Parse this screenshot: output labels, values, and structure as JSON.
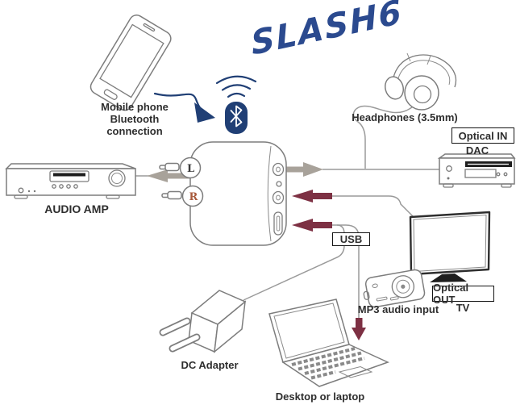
{
  "logo": {
    "text": "SLASH6"
  },
  "labels": {
    "mobile_phone": "Mobile phone\nBluetooth\nconnection",
    "headphones": "Headphones (3.5mm)",
    "optical_in": "Optical IN",
    "dac": "DAC",
    "audio_amp": "AUDIO AMP",
    "usb": "USB",
    "optical_out": "Optical OUT",
    "tv": "TV",
    "mp3": "MP3 audio input",
    "dc_adapter": "DC Adapter",
    "desktop": "Desktop or laptop"
  },
  "device": {
    "rca_left": "L",
    "rca_right": "R"
  },
  "colors": {
    "logo_blue": "#2b4a8f",
    "bluetooth_navy": "#203f75",
    "arrow_gray": "#a8a29a",
    "arrow_maroon": "#7d3043",
    "line_gray": "#9a9a9a",
    "label_text": "#2e2e2e",
    "rca_r_red": "#a85a3c"
  }
}
